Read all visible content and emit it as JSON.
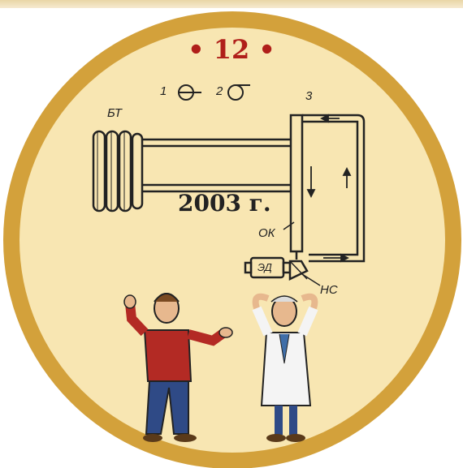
{
  "medal": {
    "number": "• 12 •",
    "year": "2003 г."
  },
  "diagram": {
    "labels": {
      "bt": "БТ",
      "item1": "1",
      "item2": "2",
      "item3": "3",
      "ok": "ОК",
      "ed": "ЭД",
      "ns": "НС"
    }
  },
  "colors": {
    "ring": "#d4a23c",
    "disc": "#f9e8b4",
    "accent": "#b01f1a"
  }
}
